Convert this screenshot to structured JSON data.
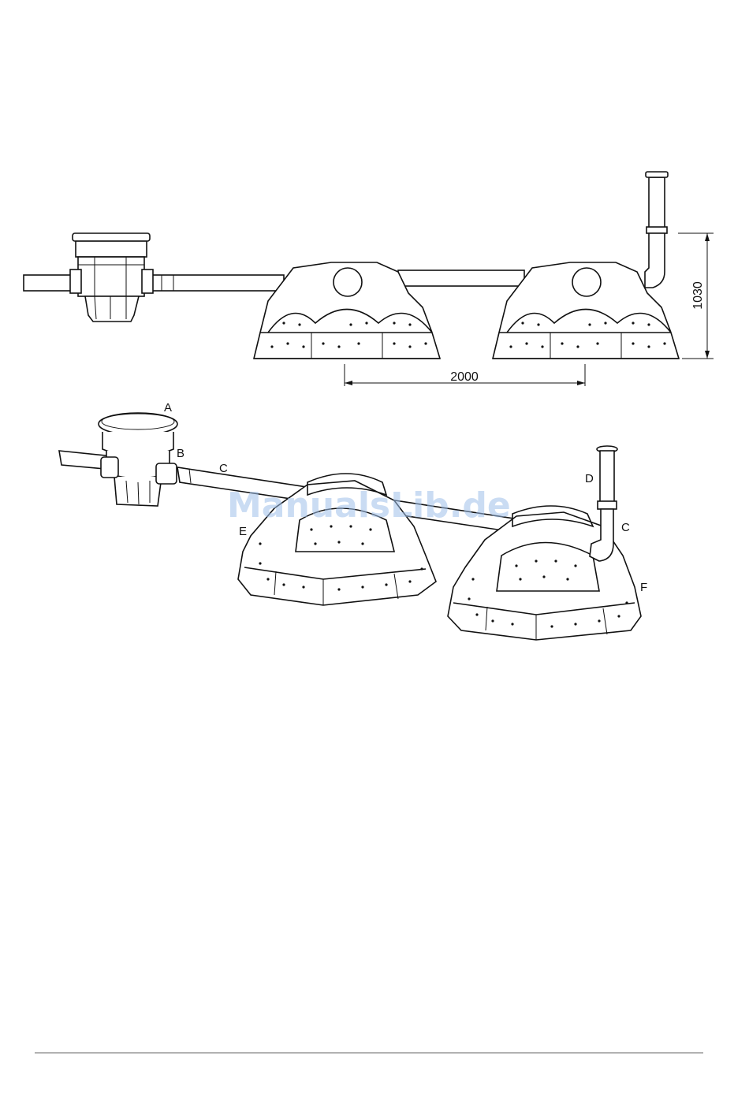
{
  "dimensions": {
    "width_label": "2000",
    "height_label": "1030"
  },
  "callouts": {
    "a": "A",
    "b": "B",
    "c1": "C",
    "c2": "C",
    "d": "D",
    "e": "E",
    "f": "F"
  },
  "watermark": "ManualsLib.de"
}
